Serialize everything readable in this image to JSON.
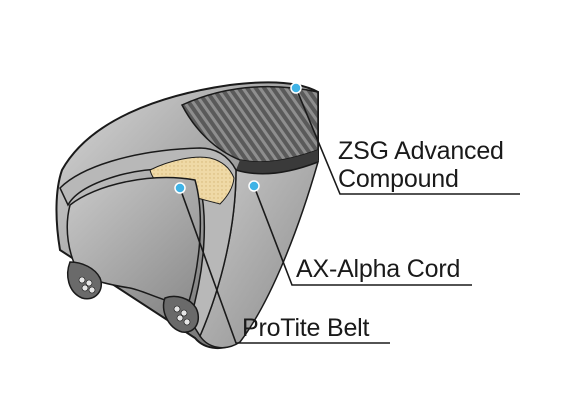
{
  "callouts": {
    "compound": {
      "line1": "ZSG Advanced",
      "line2": "Compound"
    },
    "cord": {
      "text": "AX-Alpha Cord"
    },
    "belt": {
      "text": "ProTite Belt"
    }
  },
  "colors": {
    "marker": "#3fb3e6",
    "leader_line": "#1a1a1a",
    "belt_fill": "#efd9a6",
    "tread_dark": "#3a3a3a",
    "casing_gray": "#9a9a9a"
  }
}
